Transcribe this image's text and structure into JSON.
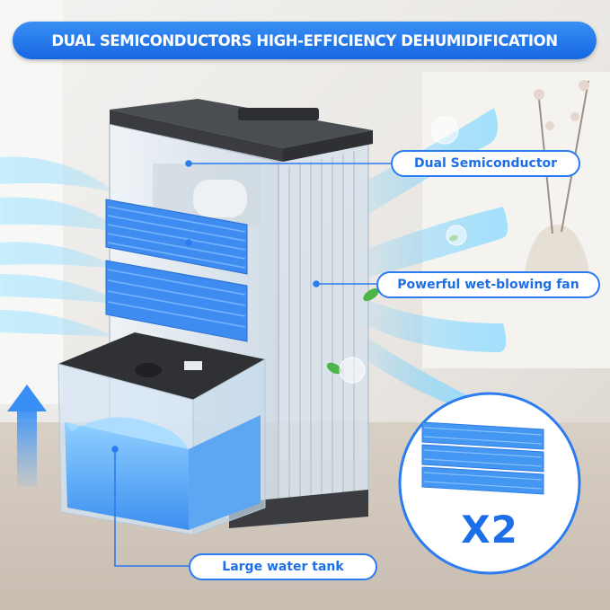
{
  "banner": {
    "title": "DUAL SEMICONDUCTORS HIGH-EFFICIENCY DEHUMIDIFICATION"
  },
  "callouts": {
    "semiconductor": "Dual Semiconductor",
    "fan": "Powerful wet-blowing fan",
    "tank": "Large water tank"
  },
  "inset": {
    "quantity": "X2"
  },
  "colors": {
    "accent": "#1d6fe8",
    "banner": "#2a7cf0",
    "heatsink": "#3f8cf0",
    "airflow": "#9fe3ff"
  }
}
